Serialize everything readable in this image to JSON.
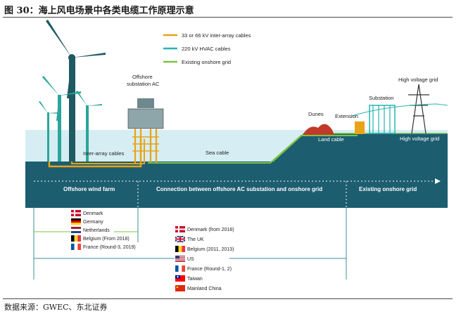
{
  "figure": {
    "title": "图 30：海上风电场景中各类电缆工作原理示意",
    "source": "数据来源：GWEC、东北证券"
  },
  "legend": [
    {
      "label": "33 or 66 kV inter-array cables",
      "color": "#e8a317"
    },
    {
      "label": "220 kV HVAC cables",
      "color": "#24b5b0"
    },
    {
      "label": "Existing onshore grid",
      "color": "#7cc242"
    }
  ],
  "diagram_labels": {
    "offshore_substation": [
      "Offshore",
      "substation AC"
    ],
    "inter_array": "Inter-array cables",
    "sea_cable": "Sea cable",
    "dunes": "Dunes",
    "extension": "Extension",
    "land_cable": "Land cable",
    "substation": "Substation",
    "high_voltage_grid_top": "High voltage grid",
    "high_voltage_grid_right": "High voltage grid"
  },
  "colors": {
    "sea": "#d6eef3",
    "seabed": "#1d5d70",
    "land": "#1d5d70",
    "turbine": "#1f5a63",
    "turbine_light": "#2aa69a",
    "dunes": "#c0392b"
  },
  "sections": [
    "Offshore wind farm",
    "Connection between offshore AC substation and onshore grid",
    "Existing onshore grid"
  ],
  "offshore_countries": [
    {
      "name": "Denmark",
      "flag": "denmark"
    },
    {
      "name": "Germany",
      "flag": "germany"
    },
    {
      "name": "Netherlands",
      "flag": "netherlands"
    },
    {
      "name": "Belgium (From 2018)",
      "flag": "belgium"
    },
    {
      "name": "France (Round-3, 2019)",
      "flag": "france"
    }
  ],
  "connection_countries": [
    {
      "name": "Denmark (from 2018)",
      "flag": "denmark"
    },
    {
      "name": "The UK",
      "flag": "uk"
    },
    {
      "name": "Belgium (2011, 2013)",
      "flag": "belgium"
    },
    {
      "name": "US",
      "flag": "us"
    },
    {
      "name": "France (Round-1, 2)",
      "flag": "france"
    },
    {
      "name": "Taiwan",
      "flag": "taiwan"
    },
    {
      "name": "Mainland China",
      "flag": "china"
    }
  ]
}
